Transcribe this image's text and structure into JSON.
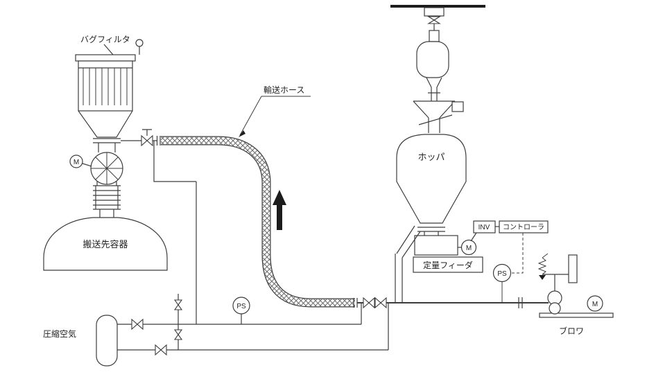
{
  "page": {
    "background": "#ffffff",
    "line_color": "#3c3c3c"
  },
  "diagram": {
    "labels": {
      "bag_filter": "バグフィルタ",
      "transport_hose": "輸送ホース",
      "hopper": "ホッパ",
      "destination_container": "搬送先容器",
      "feeder": "定量フィーダ",
      "compressed_air": "圧縮空気",
      "blower": "ブロワ",
      "inverter": "INV",
      "controller": "コントローラ"
    },
    "symbols": {
      "motor": "M",
      "pressure_switch": "PS"
    }
  }
}
